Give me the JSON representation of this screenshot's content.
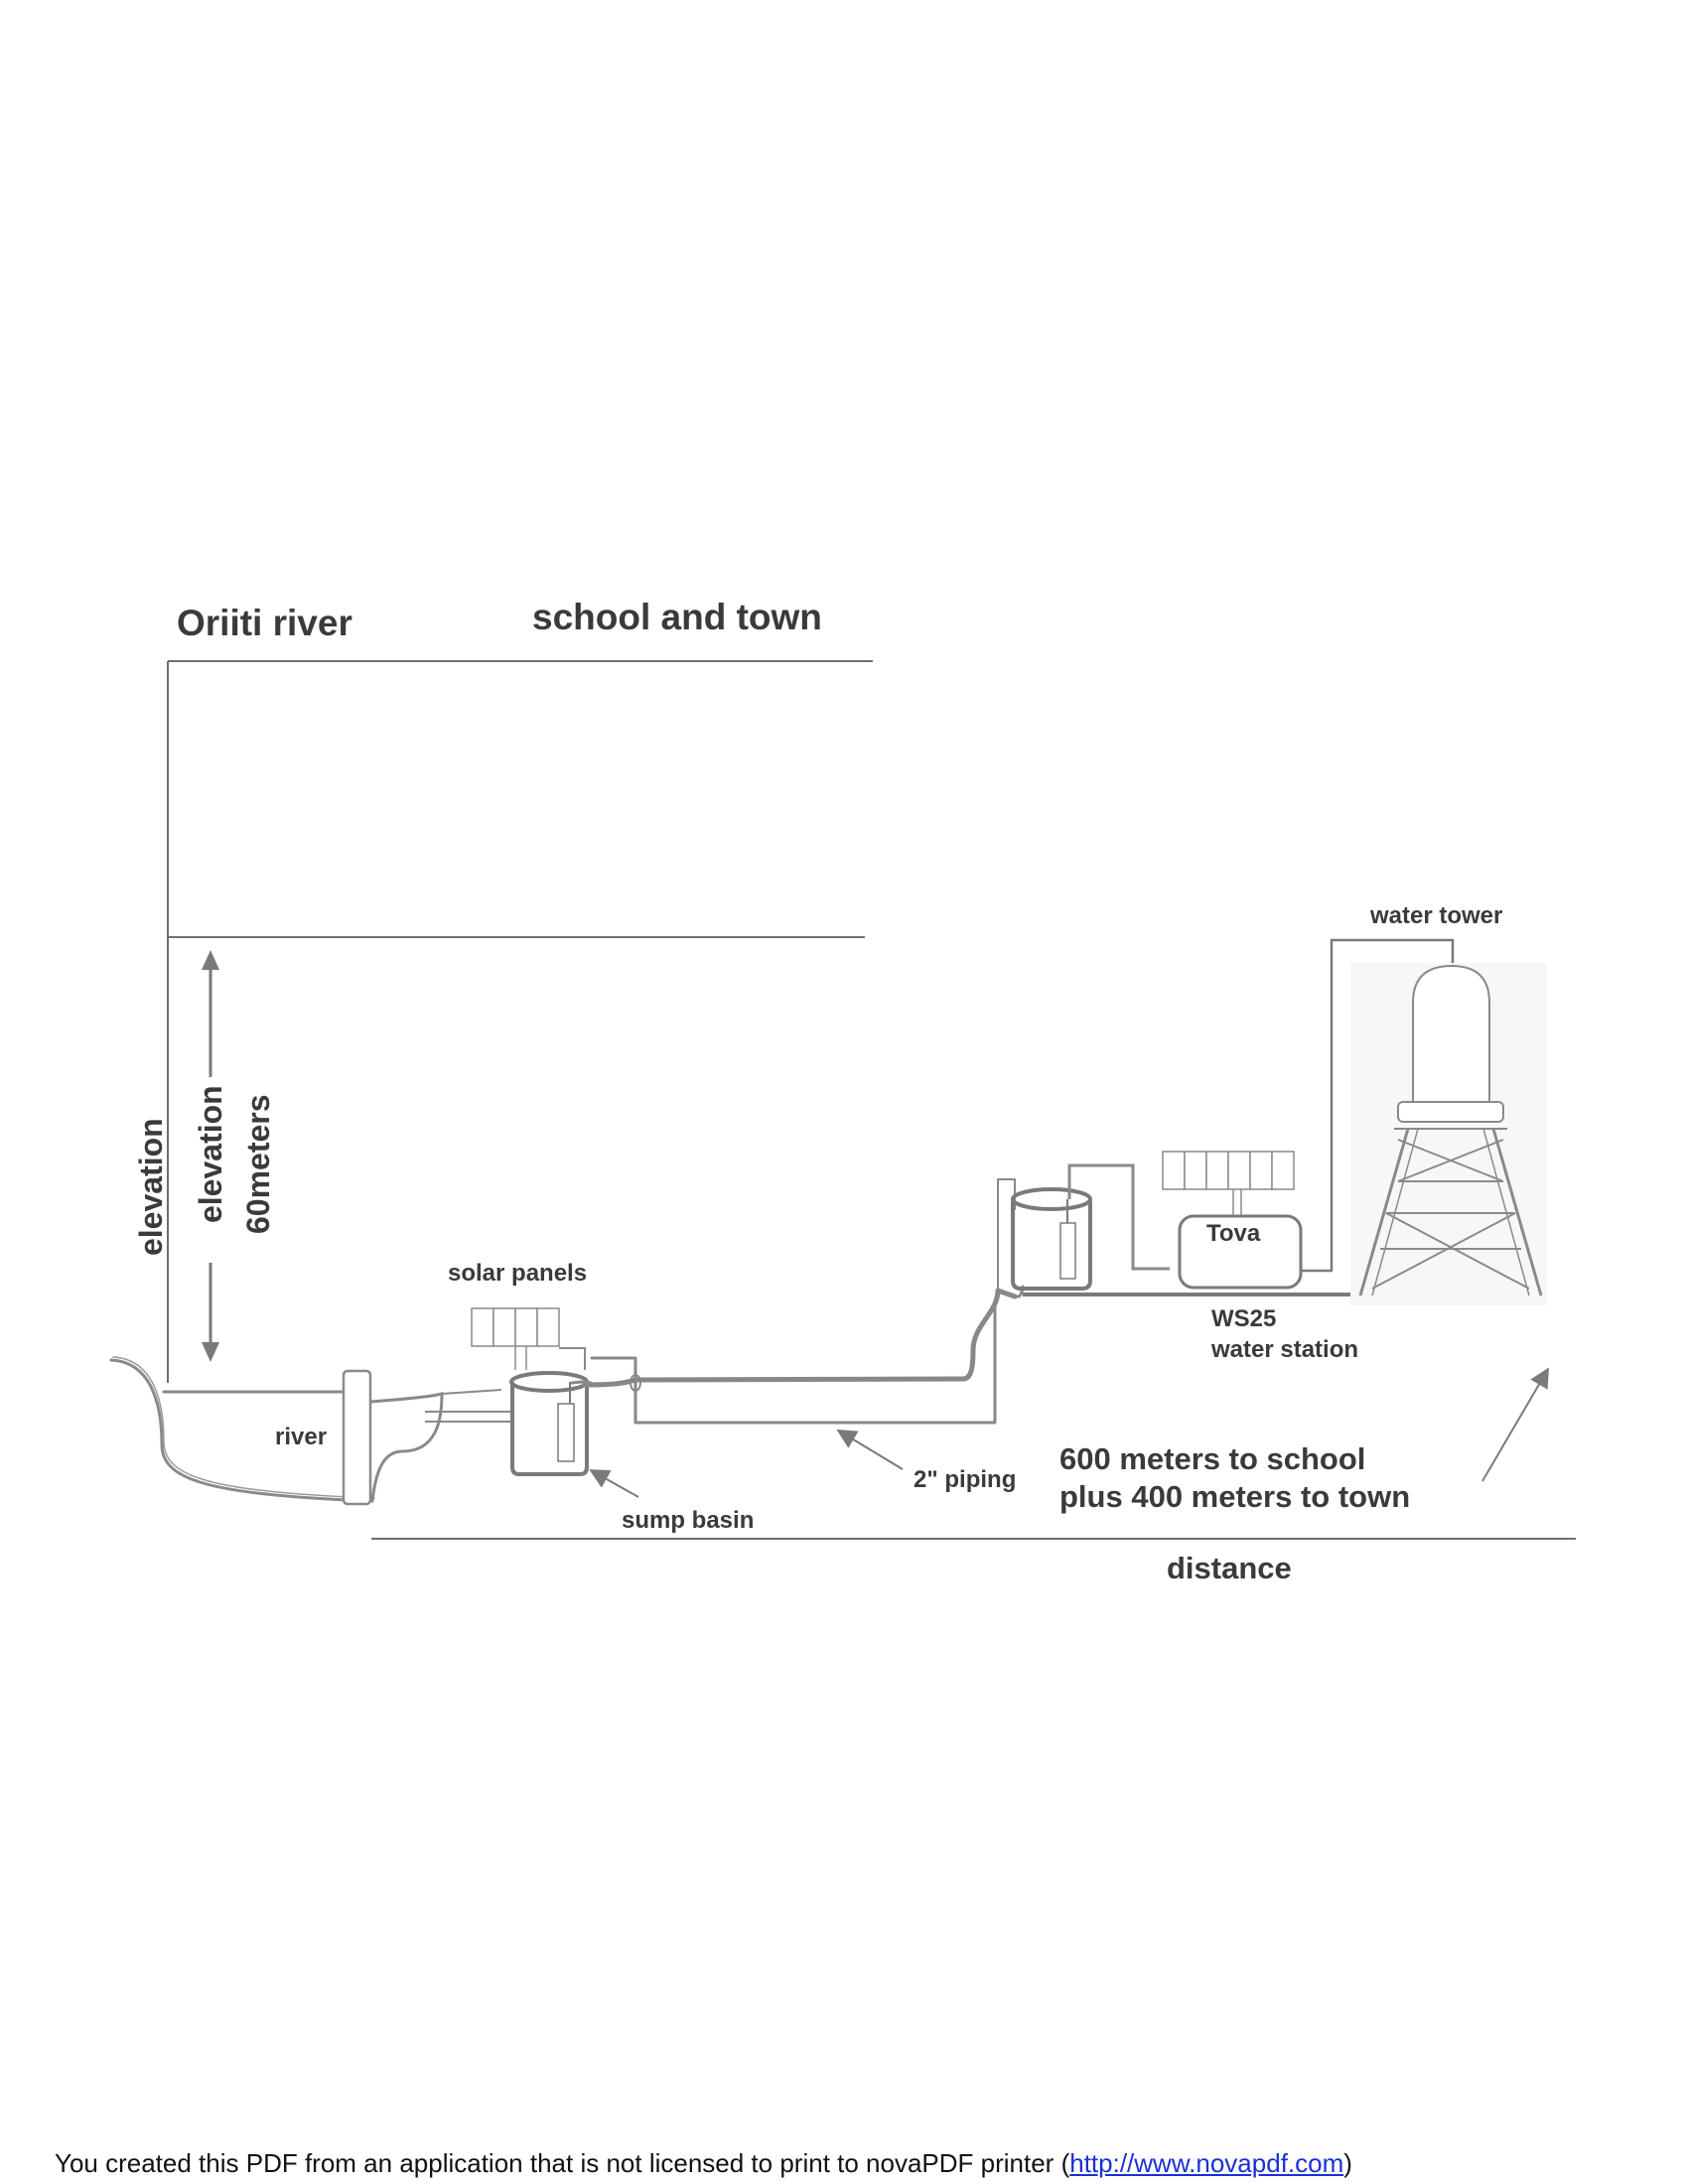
{
  "diagram": {
    "titles": {
      "river_heading": "Oriiti river",
      "town_heading": "school and town"
    },
    "labels": {
      "elevation_outer": "elevation",
      "elevation_inner": "elevation",
      "elevation_value": "60meters",
      "solar_panels": "solar panels",
      "river": "river",
      "sump_basin": "sump basin",
      "piping": "2\" piping",
      "tova": "Tova",
      "station_code": "WS25",
      "station_name": "water station",
      "water_tower": "water tower",
      "distance_line1": "600 meters to school",
      "distance_line2": "plus 400 meters to town",
      "distance_axis": "distance"
    },
    "colors": {
      "pipe": "#7a7a7a",
      "line": "#6e6e6e",
      "text": "#3a3a3a"
    }
  },
  "footer": {
    "text": "You created this PDF from an application that is not licensed to print to novaPDF printer (",
    "link": "http://www.novapdf.com",
    "end": ")"
  }
}
